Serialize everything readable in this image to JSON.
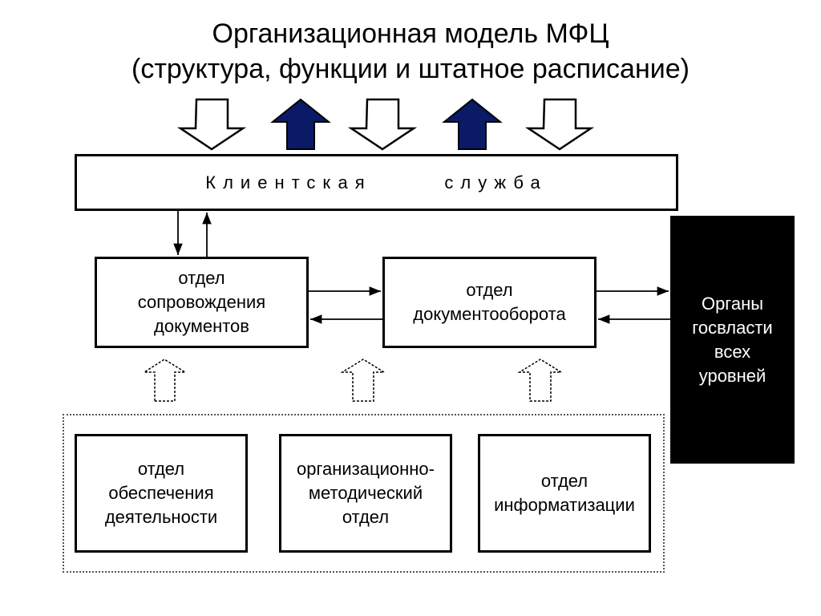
{
  "title": {
    "line1": "Организационная модель МФЦ",
    "line2": "(структура, функции и штатное расписание)"
  },
  "client_service": {
    "label": "Клиентская      служба"
  },
  "departments": {
    "support": {
      "label": "отдел\nсопровождения\nдокументов"
    },
    "docflow": {
      "label": "отдел\nдокументооборота"
    },
    "operations": {
      "label": "отдел\nобеспечения\nдеятельности"
    },
    "methodical": {
      "label": "организационно-\nметодический\nотдел"
    },
    "it": {
      "label": "отдел\nинформатизации"
    }
  },
  "authorities": {
    "label": "Органы\nгосвласти\nвсех\nуровней"
  },
  "colors": {
    "up_arrow_fill": "#0a1a66",
    "authorities_fill": "#000000",
    "line": "#000000"
  }
}
